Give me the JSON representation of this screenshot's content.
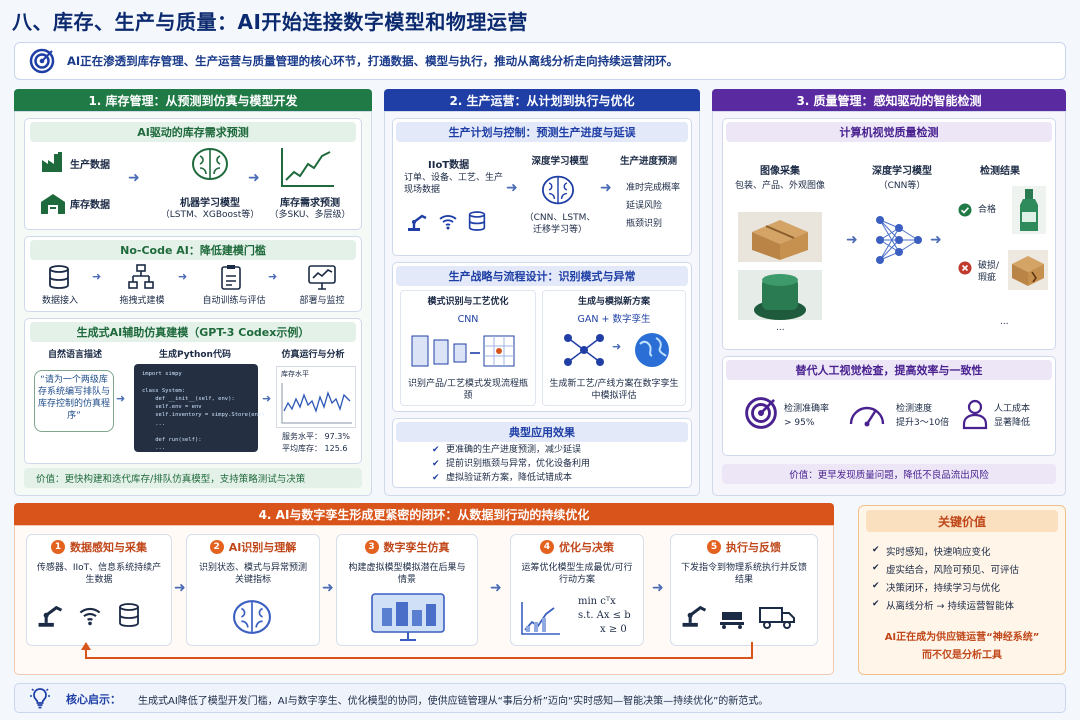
{
  "title": "八、库存、生产与质量：AI开始连接数字模型和物理运营",
  "banner": "AI正在渗透到库存管理、生产运营与质量管理的核心环节，打通数据、模型与执行，推动从离线分析走向持续运营闭环。",
  "col1": {
    "header": "1. 库存管理：从预测到仿真与模型开发",
    "forecast": {
      "title": "AI驱动的库存需求预测",
      "prod": "生产数据",
      "inv": "库存数据",
      "ml": "机器学习模型",
      "ml_sub": "（LSTM、XGBoost等）",
      "pred": "库存需求预测",
      "pred_sub": "（多SKU、多层级）"
    },
    "nocode": {
      "title": "No-Code AI：降低建模门槛",
      "steps": [
        "数据接入",
        "拖拽式建模",
        "自动训练与评估",
        "部署与监控"
      ]
    },
    "gen": {
      "title": "生成式AI辅助仿真建模（GPT-3 Codex示例）",
      "h1": "自然语言描述",
      "h2": "生成Python代码",
      "h3": "仿真运行与分析",
      "quote": "“请为一个两级库存系统编写排队与库存控制的仿真程序”",
      "code": "import simpy\n\nclass System:\n    def __init__(self, env):\n    self.env = env\n    self.inventory = simpy.Store(env)\n    ...\n\n    def run(self):\n    ...",
      "chart_label": "库存水平",
      "service": "服务水平：  97.3%",
      "avg": "平均库存：  125.6"
    },
    "value": "价值：更快构建和迭代库存/排队仿真模型，支持策略测试与决策"
  },
  "col2": {
    "header": "2. 生产运营：从计划到执行与优化",
    "plan": {
      "title": "生产计划与控制：预测生产进度与延误",
      "iiot": "IIoT数据",
      "iiot_desc": "订单、设备、工艺、生产现场数据",
      "dl": "深度学习模型",
      "dl_sub": "（CNN、LSTM、迁移学习等）",
      "pred": "生产进度预测",
      "pred_items": [
        "准时完成概率",
        "延误风险",
        "瓶颈识别"
      ]
    },
    "strat": {
      "title": "生产战略与流程设计：识别模式与异常",
      "left_title": "模式识别与工艺优化",
      "left_tag": "CNN",
      "left_desc": "识别产品/工艺模式发现流程瓶颈",
      "right_title": "生成与模拟新方案",
      "right_tag": "GAN + 数字孪生",
      "right_desc": "生成新工艺/产线方案在数字孪生中模拟评估"
    },
    "apps": {
      "title": "典型应用效果",
      "items": [
        "更准确的生产进度预测，减少延误",
        "提前识别瓶颈与异常，优化设备利用",
        "虚拟验证新方案，降低试错成本"
      ]
    }
  },
  "col3": {
    "header": "3. 质量管理：感知驱动的智能检测",
    "cv": {
      "title": "计算机视觉质量检测",
      "img_title": "图像采集",
      "img_desc": "包装、产品、外观图像",
      "dl": "深度学习模型",
      "dl_sub": "（CNN等）",
      "res": "检测结果",
      "ok": "合格",
      "bad": "破损/瑕疵",
      "ellipsis": "..."
    },
    "replace": {
      "title": "替代人工视觉检查，提高效率与一致性",
      "m1": "检测准确率",
      "m1v": "> 95%",
      "m2": "检测速度",
      "m2v": "提升3～10倍",
      "m3": "人工成本",
      "m3v": "显著降低"
    },
    "value": "价值：更早发现质量问题，降低不良品流出风险"
  },
  "loop": {
    "header": "4. AI与数字孪生形成更紧密的闭环：从数据到行动的持续优化",
    "steps": [
      {
        "n": "1",
        "title": "数据感知与采集",
        "desc": "传感器、IIoT、信息系统持续产生数据"
      },
      {
        "n": "2",
        "title": "AI识别与理解",
        "desc": "识别状态、模式与异常预测关键指标"
      },
      {
        "n": "3",
        "title": "数字孪生仿真",
        "desc": "构建虚拟模型模拟潜在后果与情景"
      },
      {
        "n": "4",
        "title": "优化与决策",
        "desc": "运筹优化模型生成最优/可行行动方案"
      },
      {
        "n": "5",
        "title": "执行与反馈",
        "desc": "下发指令到物理系统执行并反馈结果"
      }
    ],
    "opt_min": "min  cᵀx",
    "opt_st": "s.t.  Ax ≤ b",
    "opt_x": "x ≥ 0"
  },
  "keyvalue": {
    "title": "关键价值",
    "items": [
      "实时感知，快速响应变化",
      "虚实结合，风险可预见、可评估",
      "决策闭环，持续学习与优化",
      "从离线分析 → 持续运营智能体"
    ],
    "footer1": "AI正在成为供应链运营“神经系统”",
    "footer2": "而不仅是分析工具"
  },
  "insight": {
    "label": "核心启示：",
    "text": "生成式AI降低了模型开发门槛，AI与数字孪生、优化模型的协同，使供应链管理从“事后分析”迈向“实时感知—智能决策—持续优化”的新范式。"
  },
  "colors": {
    "green": "#1f7a45",
    "blue": "#1f3fa6",
    "purple": "#5a2aa0",
    "orange": "#d9541a"
  }
}
